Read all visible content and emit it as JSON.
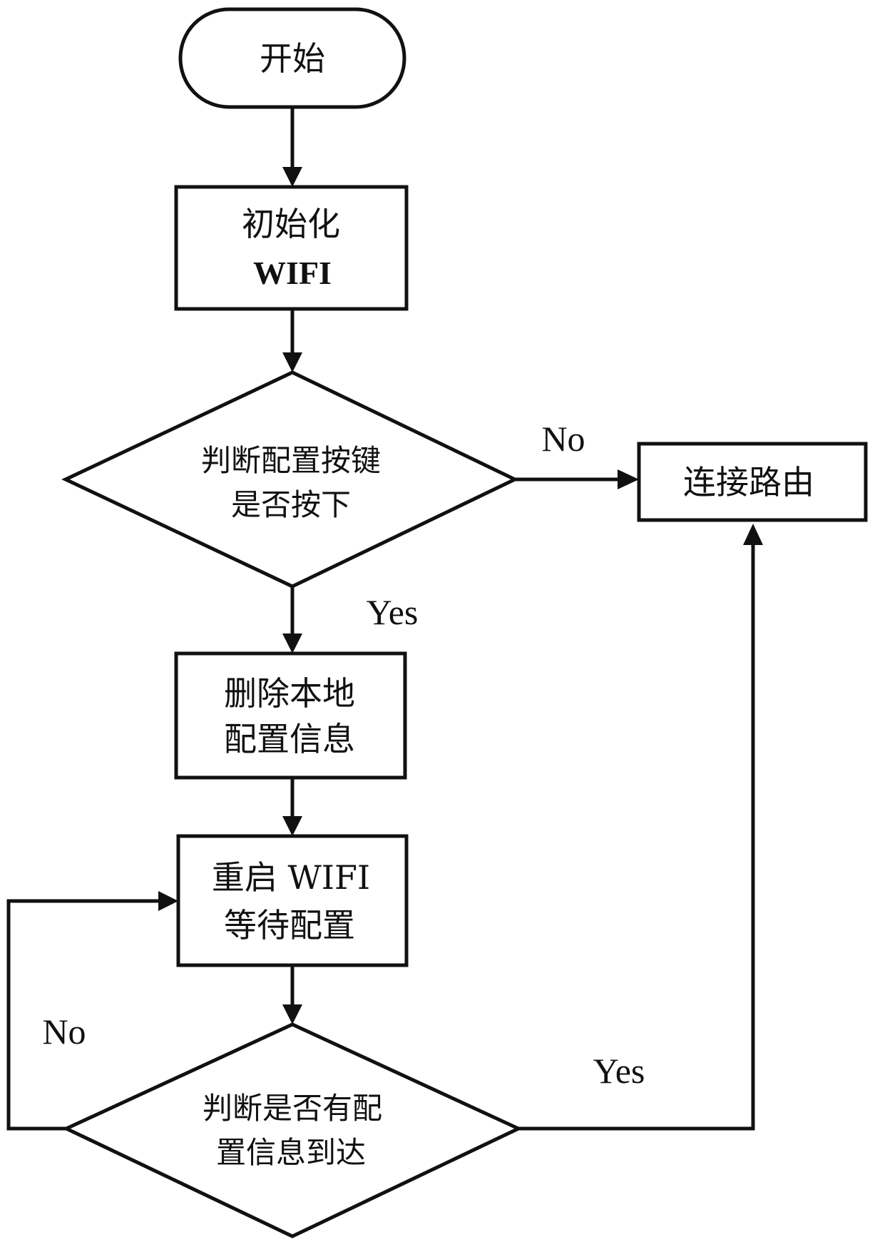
{
  "nodes": {
    "start": {
      "label": "开始"
    },
    "init_wifi": {
      "line1": "初始化",
      "line2": "WIFI"
    },
    "check_key": {
      "line1": "判断配置按键",
      "line2": "是否按下"
    },
    "connect_router": {
      "label": "连接路由"
    },
    "delete_config": {
      "line1": "删除本地",
      "line2": "配置信息"
    },
    "restart_wifi": {
      "line1": "重启 WIFI",
      "line2": "等待配置"
    },
    "check_config": {
      "line1": "判断是否有配",
      "line2": "置信息到达"
    }
  },
  "edges": {
    "check_key_no": "No",
    "check_key_yes": "Yes",
    "check_config_no": "No",
    "check_config_yes": "Yes"
  }
}
